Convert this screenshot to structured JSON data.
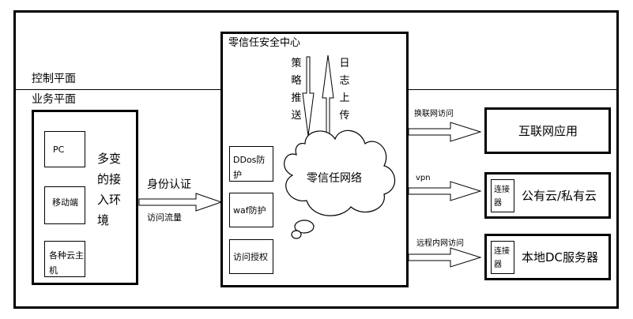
{
  "planes": {
    "control": "控制平面",
    "business": "业务平面"
  },
  "access": {
    "devices": [
      "PC",
      "移动端",
      "各种云主机"
    ],
    "environment_label": "多变的接入环境"
  },
  "auth": {
    "label": "身份认证",
    "traffic": "访问流量"
  },
  "center": {
    "title": "零信任安全中心",
    "policy_push": "策略推送",
    "log_upload": "日志上传",
    "network": "零信任网络",
    "modules": [
      "DDos防护",
      "waf防护",
      "访问授权"
    ]
  },
  "links": [
    {
      "label": "换联网访问",
      "target": "互联网应用",
      "connector": ""
    },
    {
      "label": "vpn",
      "target": "公有云/私有云",
      "connector": "连接器"
    },
    {
      "label": "远程内网访问",
      "target": "本地DC服务器",
      "connector": "连接器"
    }
  ]
}
